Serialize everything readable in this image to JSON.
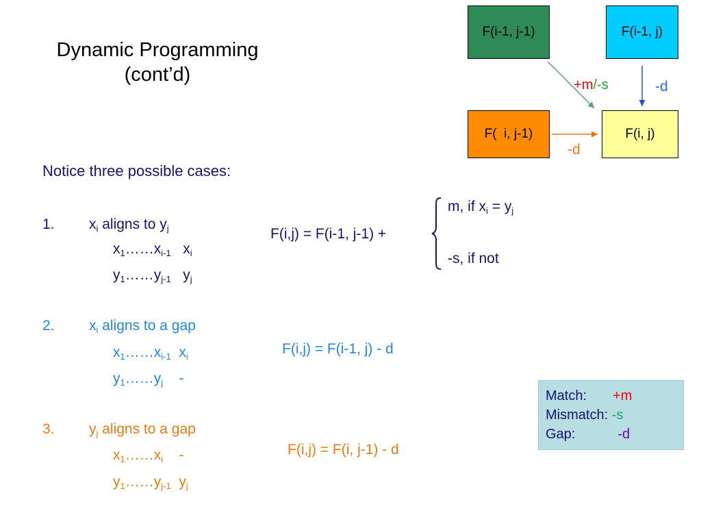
{
  "title": {
    "line1": "Dynamic Programming",
    "line2": "(cont’d)"
  },
  "diagram": {
    "box_diag": "F(i-1, j-1)",
    "box_up": "F(i-1, j)",
    "box_left": "F(  i, j-1)",
    "box_cur": "F(i, j)",
    "label_diag_plus": "+",
    "label_diag_m": "m",
    "label_diag_rest": "/-s",
    "label_up": "-d",
    "label_left": "-d",
    "colors": {
      "diag_box": "#2e8b57",
      "up_box": "#00ccff",
      "left_box": "#ff8c00",
      "cur_box": "#ffff99"
    }
  },
  "notice": "Notice three possible cases:",
  "case1": {
    "num": "1.",
    "head_x": "x",
    "head_xs": "i",
    "head_mid": " aligns to y",
    "head_ys": "j",
    "r1_a": "x",
    "r1_as": "1",
    "r1_b": "……x",
    "r1_bs": "i-1",
    "r1_c": "x",
    "r1_cs": "i",
    "r2_a": "y",
    "r2_as": "1",
    "r2_b": "……y",
    "r2_bs": "j-1",
    "r2_c": "y",
    "r2_cs": "j",
    "formula": "F(i,j) = F(i-1, j-1) +",
    "opt1_pre": "m, if x",
    "opt1_xs": "i",
    "opt1_mid": " = y",
    "opt1_ys": "j",
    "opt2": "-s, if not"
  },
  "case2": {
    "num": "2.",
    "head_x": "x",
    "head_xs": "i",
    "head_mid": " aligns to a gap",
    "r1_a": "x",
    "r1_as": "1",
    "r1_b": "……x",
    "r1_bs": "i-1",
    "r1_c": "x",
    "r1_cs": "i",
    "r2_a": "y",
    "r2_as": "1",
    "r2_b": "……y",
    "r2_bs": "j",
    "r2_c": "-",
    "formula": "F(i,j) = F(i-1, j) - d"
  },
  "case3": {
    "num": "3.",
    "head_y": "y",
    "head_ys": "j",
    "head_mid": " aligns to a gap",
    "r1_a": "x",
    "r1_as": "1",
    "r1_b": "……x",
    "r1_bs": "i",
    "r1_c": "-",
    "r2_a": "y",
    "r2_as": "1",
    "r2_b": "……y",
    "r2_bs": "j-1",
    "r2_c": "y",
    "r2_cs": "j",
    "formula": "F(i,j) = F(i, j-1) - d"
  },
  "legend": {
    "match_label": "Match:",
    "match_plus": "+",
    "match_val": "m",
    "mismatch_label": "Mismatch:",
    "mismatch_val": "-s",
    "gap_label": "Gap:",
    "gap_val": "-d"
  }
}
